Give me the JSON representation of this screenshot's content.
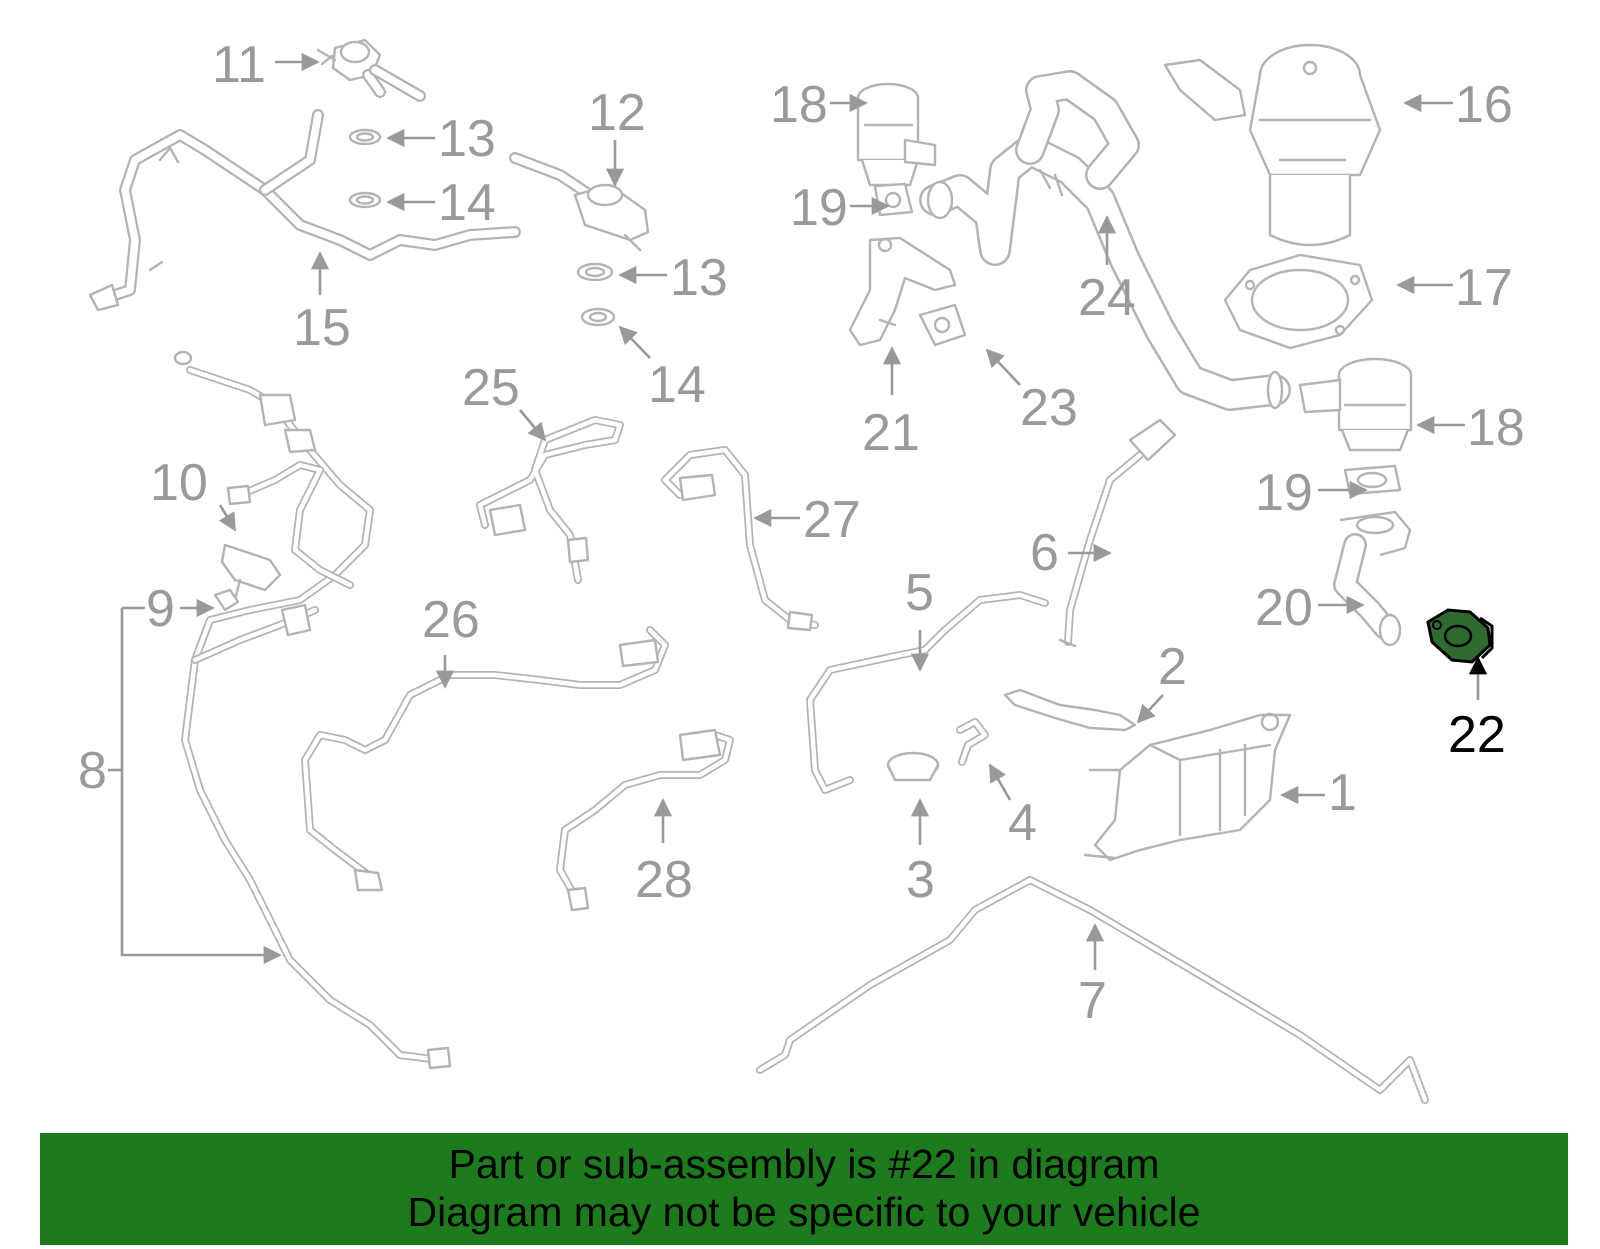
{
  "callouts": [
    "1",
    "2",
    "3",
    "4",
    "5",
    "6",
    "7",
    "8",
    "9",
    "10",
    "11",
    "12",
    "13",
    "13",
    "14",
    "14",
    "15",
    "16",
    "17",
    "18",
    "18",
    "19",
    "19",
    "20",
    "21",
    "22",
    "23",
    "24",
    "25",
    "26",
    "27",
    "28"
  ],
  "highlighted_part": "22",
  "banner": {
    "line1": "Part or sub-assembly is #22 in diagram",
    "line2": "Diagram may not be specific to your vehicle"
  },
  "colors": {
    "banner": "#1d7a1d",
    "parts": "#b3b3b3",
    "highlight": "#2f6b2f"
  }
}
